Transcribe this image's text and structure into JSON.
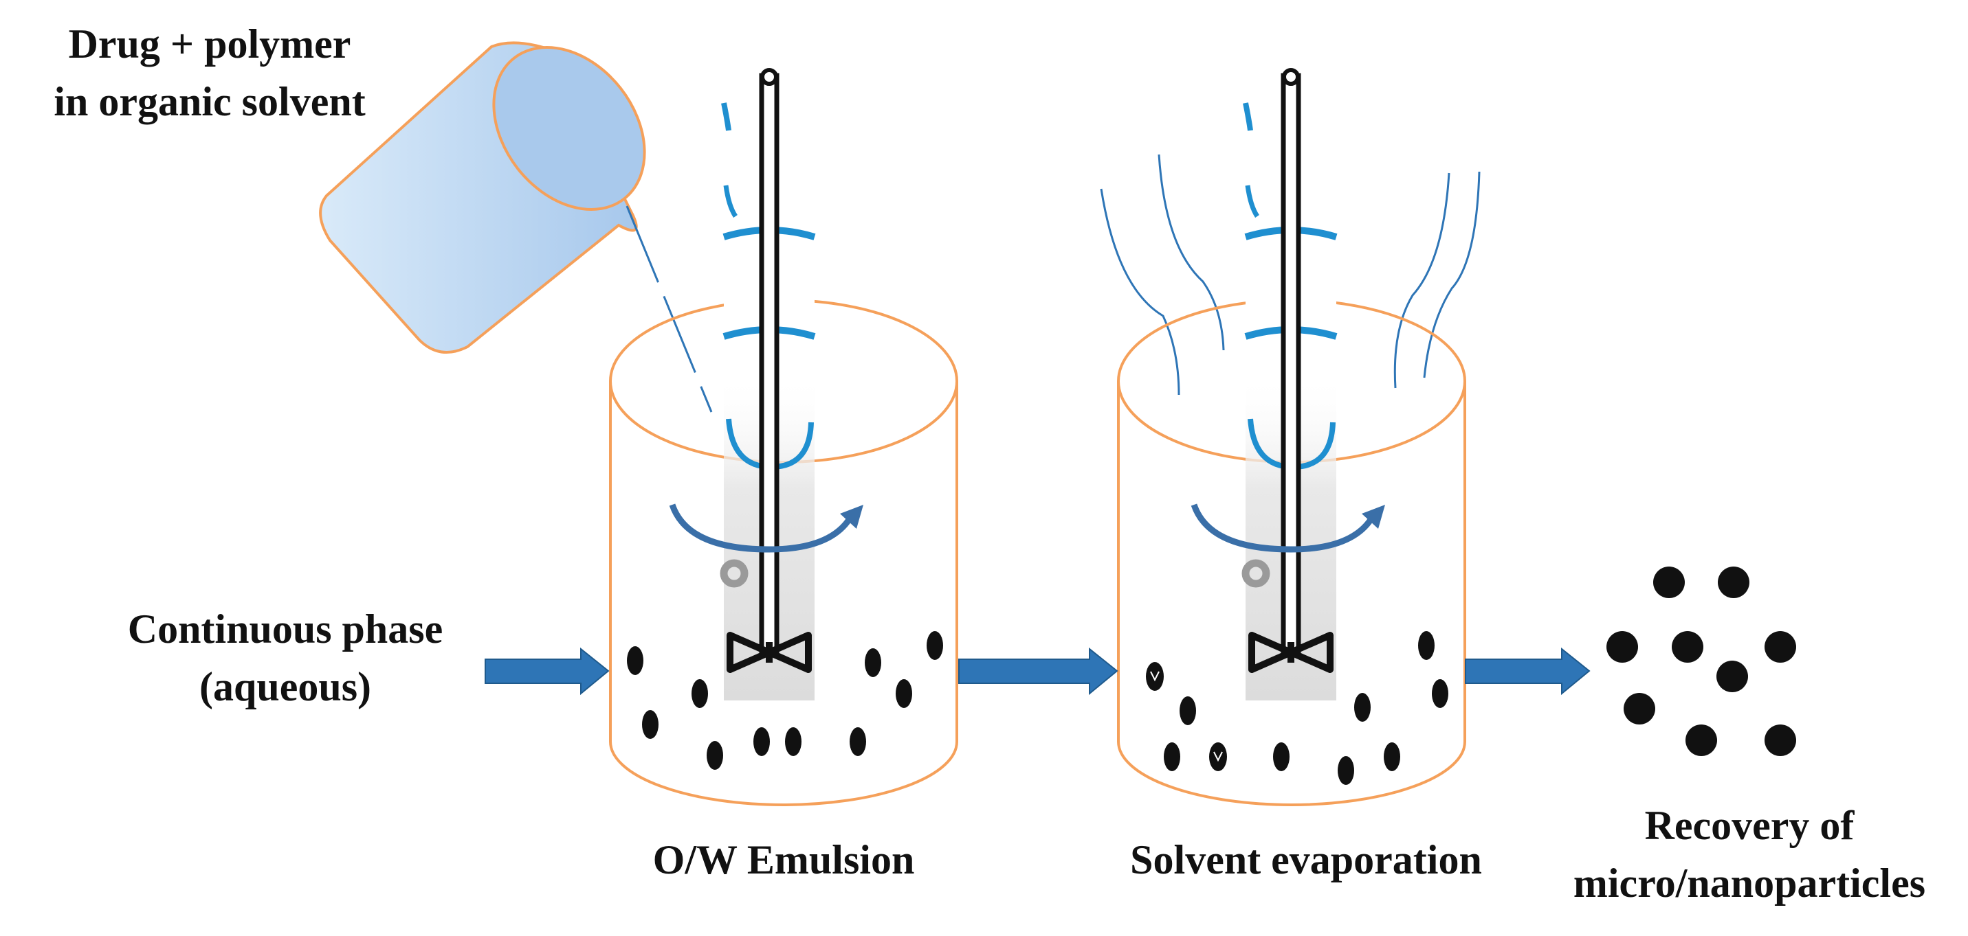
{
  "labels": {
    "drug_line1": "Drug + polymer",
    "drug_line2": "in organic solvent",
    "continuous_line1": "Continuous phase",
    "continuous_line2": "(aqueous)",
    "ow_emulsion": "O/W Emulsion",
    "solvent_evaporation": "Solvent evaporation",
    "recovery_line1": "Recovery of",
    "recovery_line2": "micro/nanoparticles"
  },
  "colors": {
    "vessel_outline": "#f5a05a",
    "arrow_fill": "#2e75b6",
    "arrow_stroke": "#1f5a8c",
    "particle": "#111111",
    "stirrer": "#111111",
    "vapor": "#2e75b6",
    "beaker_fill_light": "#d6e8f8",
    "beaker_fill_dark": "#a8c9ec",
    "motion_arrow": "#3a6fa8",
    "shaft_overlay": "#e4e4e4"
  }
}
